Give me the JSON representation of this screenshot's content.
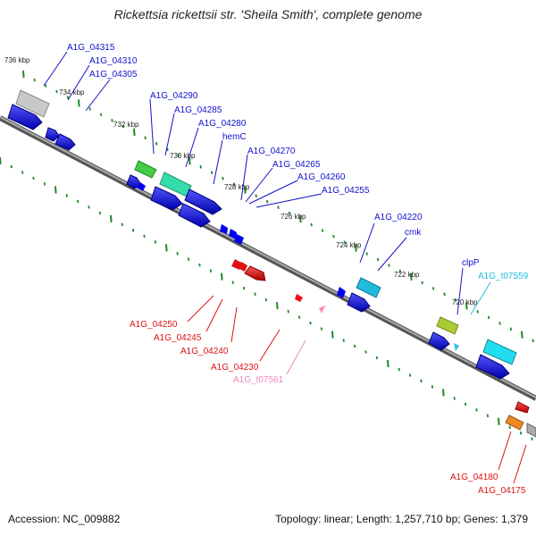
{
  "title": "Rickettsia rickettsii str. 'Sheila Smith', complete genome",
  "footer": {
    "accession": "Accession: NC_009882",
    "topology": "Topology: linear; Length: 1,257,710 bp; Genes: 1,379"
  },
  "colors": {
    "forward": "#1111dd",
    "reverse": "#dd1111",
    "trna": "#22bbdd",
    "pseudo": "#ee88bb",
    "axis": "#888888",
    "tick": "#228822"
  },
  "kbp_labels": [
    "736 kbp",
    "734 kbp",
    "732 kbp",
    "730 kbp",
    "728 kbp",
    "726 kbp",
    "724 kbp",
    "722 kbp",
    "720 kbp"
  ],
  "forward_labels": [
    "A1G_04315",
    "A1G_04310",
    "A1G_04305",
    "A1G_04290",
    "A1G_04285",
    "A1G_04280",
    "hemC",
    "A1G_04270",
    "A1G_04265",
    "A1G_04260",
    "A1G_04255",
    "A1G_04220",
    "cmk",
    "clpP",
    "A1G_t07559"
  ],
  "reverse_labels": [
    "A1G_04250",
    "A1G_04245",
    "A1G_04240",
    "A1G_04230",
    "A1G_t07561",
    "A1G_04180",
    "A1G_04175"
  ]
}
